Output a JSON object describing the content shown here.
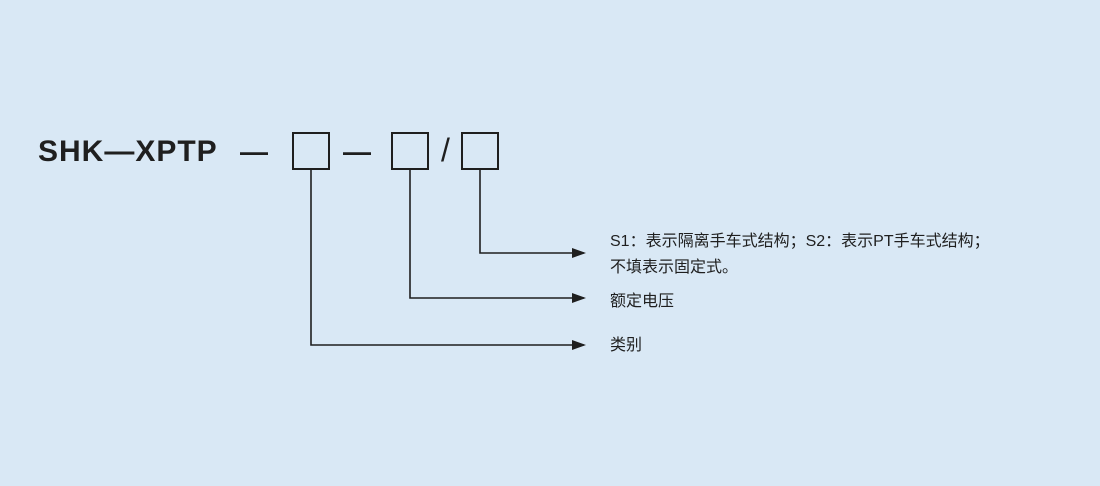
{
  "colors": {
    "background": "#d9e8f5",
    "line": "#1f1f1f",
    "text": "#1f1f1f"
  },
  "model": {
    "prefix": "SHK—XPTP",
    "separator1": "—",
    "separator2": "—",
    "slash": "/"
  },
  "callouts": {
    "structure": {
      "line1": "S1：表示隔离手车式结构；S2：表示PT手车式结构；",
      "line2": "不填表示固定式。"
    },
    "voltage": {
      "label": "额定电压"
    },
    "category": {
      "label": "类别"
    }
  }
}
